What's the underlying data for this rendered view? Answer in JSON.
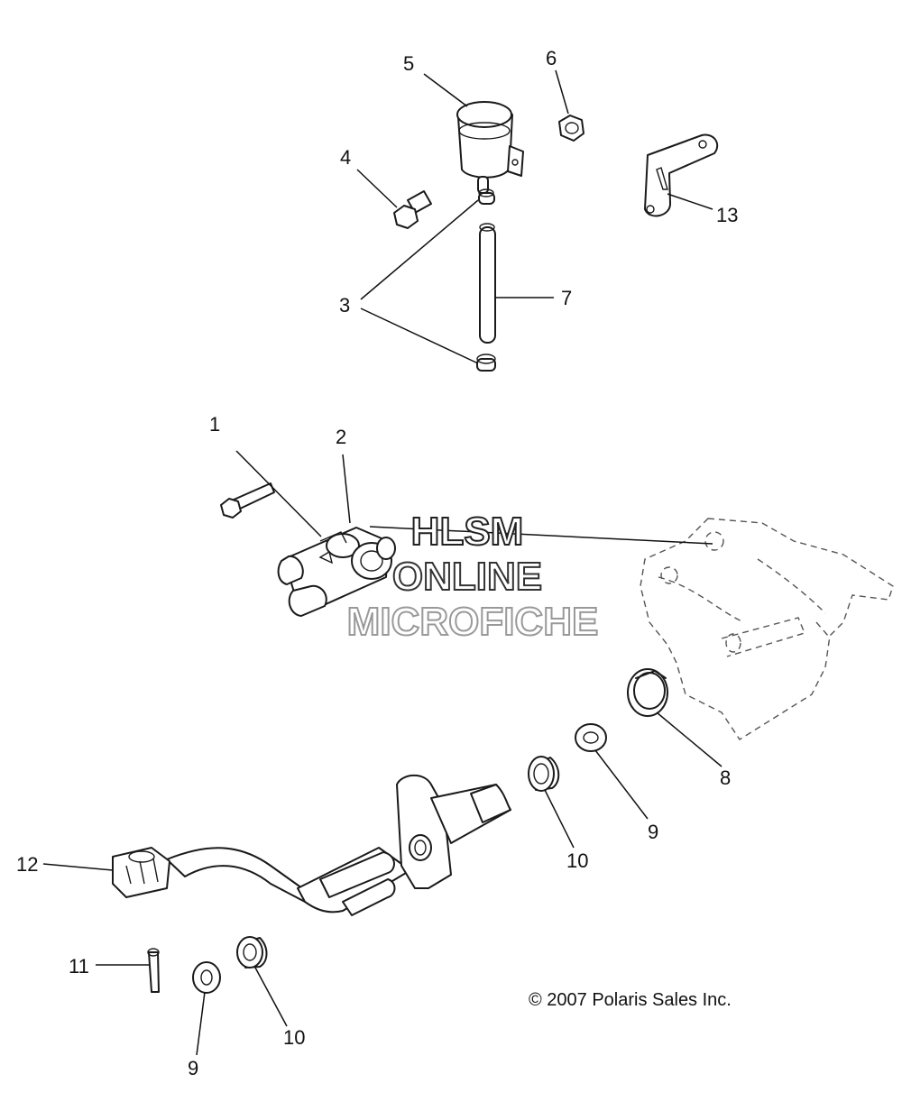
{
  "callouts": {
    "c1": "1",
    "c2": "2",
    "c3": "3",
    "c4": "4",
    "c5": "5",
    "c6": "6",
    "c7": "7",
    "c8": "8",
    "c9a": "9",
    "c9b": "9",
    "c10a": "10",
    "c10b": "10",
    "c11": "11",
    "c12": "12",
    "c13": "13"
  },
  "watermark": {
    "line1": "HLSM",
    "line2": "ONLINE",
    "line3": "MICROFICHE",
    "color1": "#222222",
    "color2": "#333333",
    "color3": "#999999"
  },
  "copyright": "© 2007 Polaris Sales Inc."
}
